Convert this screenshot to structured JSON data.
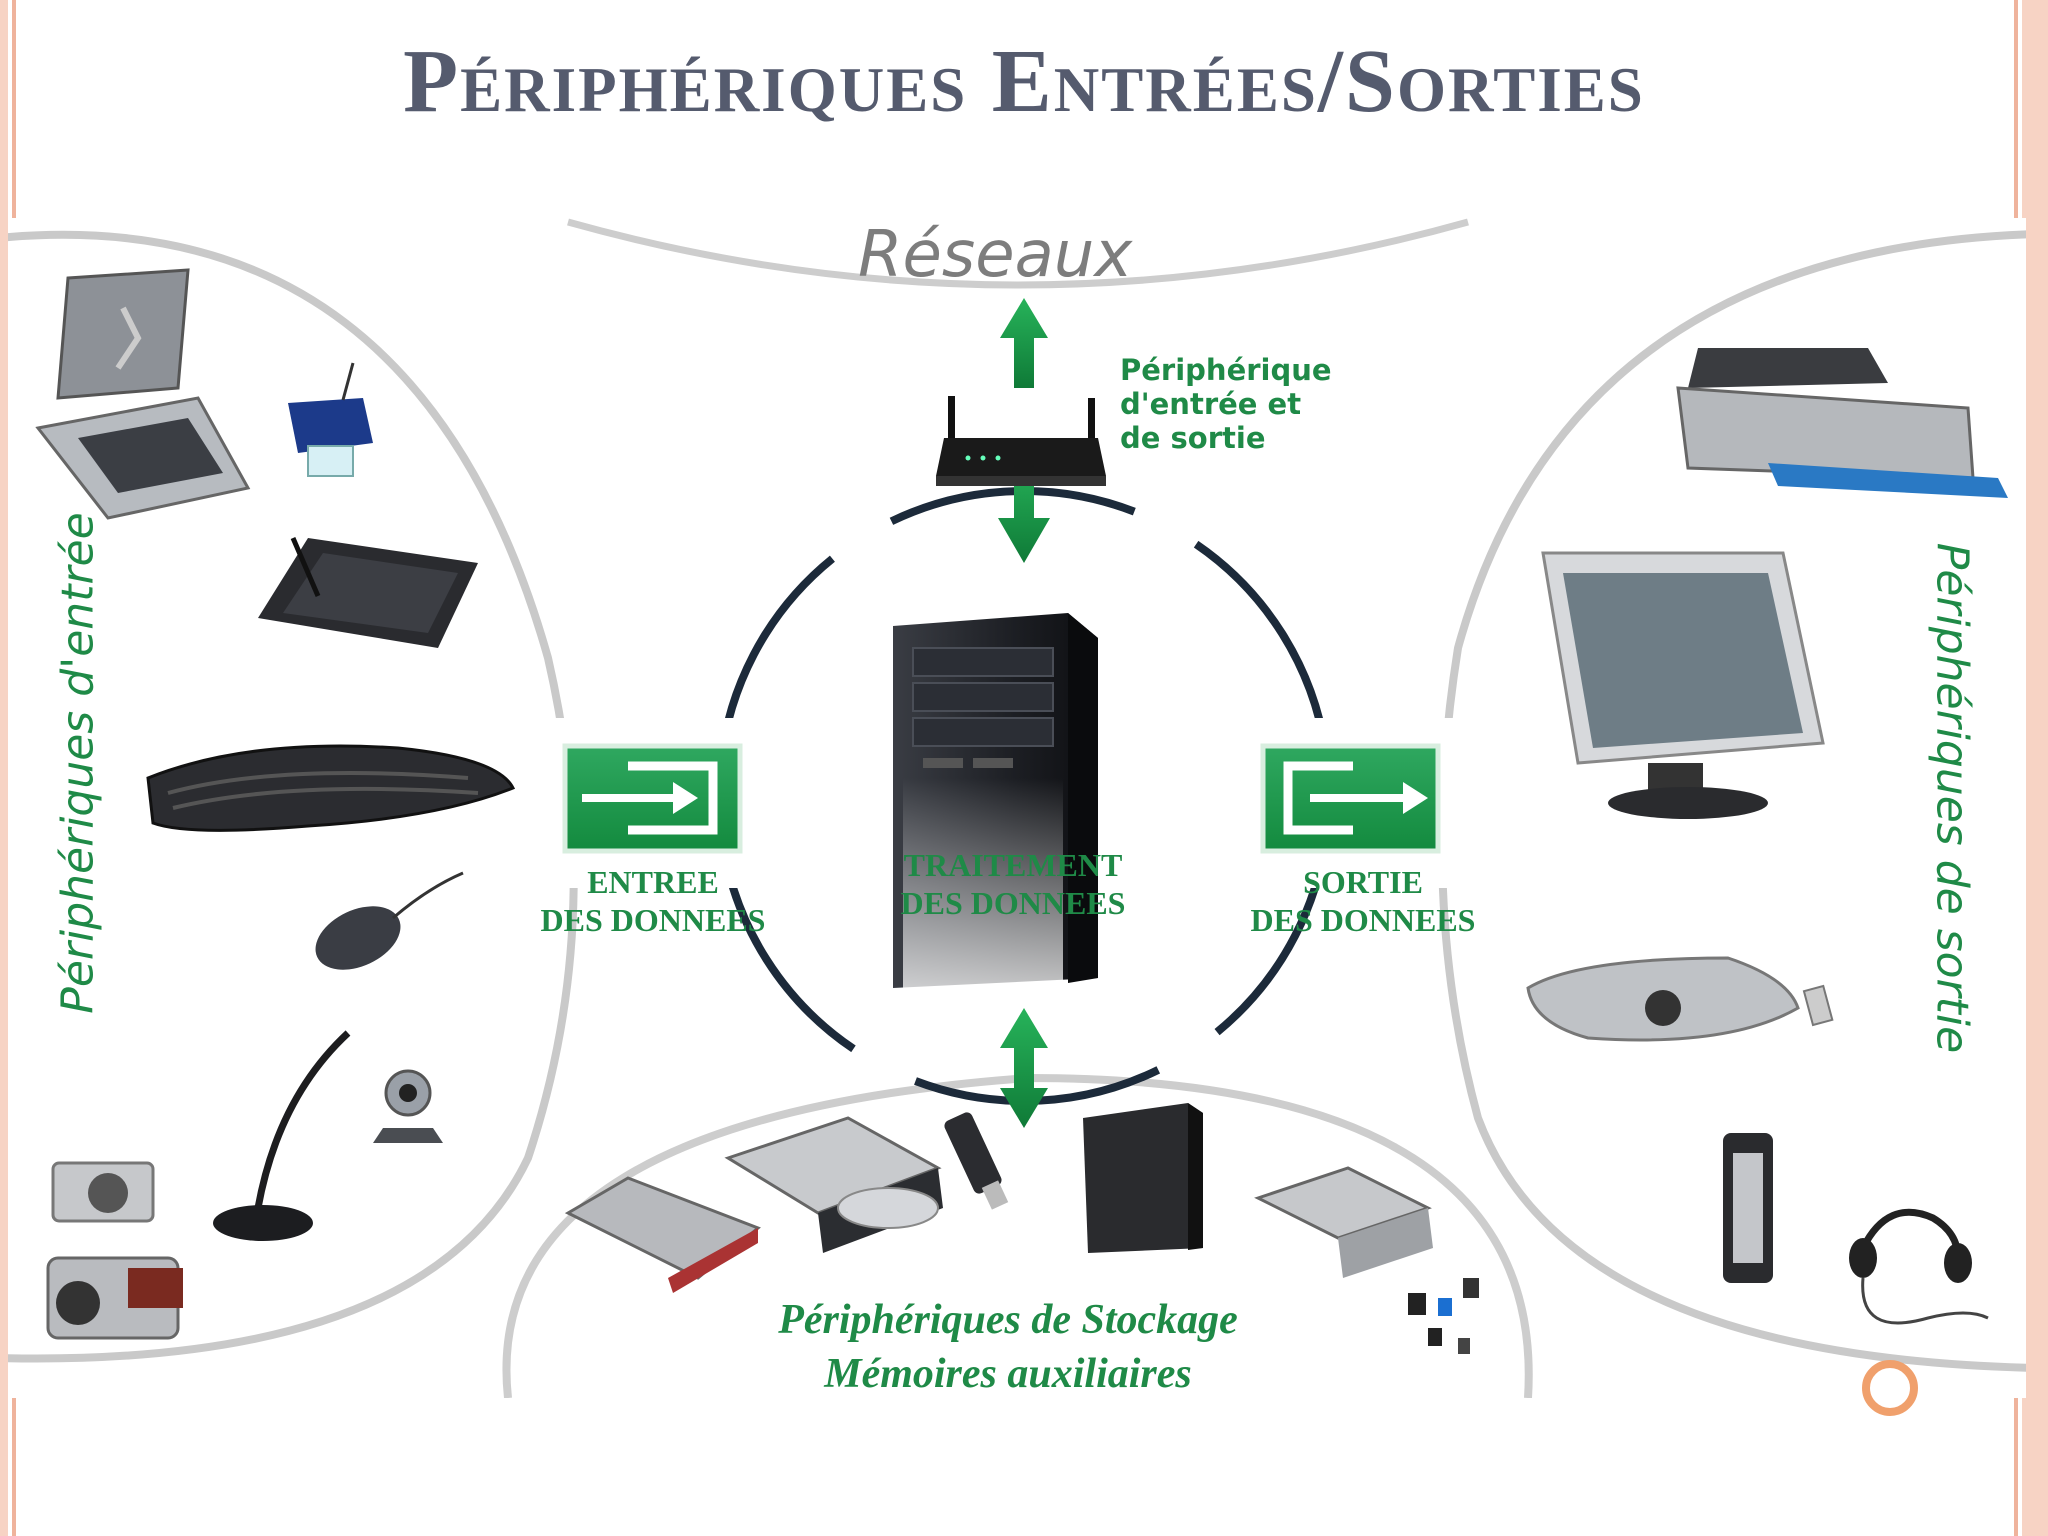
{
  "title": "Périphériques Entrées/Sorties",
  "labels": {
    "network": "Réseaux",
    "io_device": [
      "Périphérique",
      "d'entrée et",
      "de sortie"
    ],
    "input_side": "Périphériques d'entrée",
    "output_side": "Périphériques de sortie",
    "data_input": [
      "ENTREE",
      "DES DONNEES"
    ],
    "data_processing": [
      "TRAITEMENT",
      "DES DONNEES"
    ],
    "data_output": [
      "SORTIE",
      "DES DONNEES"
    ],
    "storage": [
      "Périphériques de Stockage",
      "Mémoires auxiliaires"
    ]
  },
  "colors": {
    "green": "#1f8a47",
    "arrow_green": "#1a9a4a",
    "ring_dark": "#1c2a3a",
    "title_gray": "#555b6e",
    "arc_gray": "#cfcfcf"
  },
  "devices": {
    "input": [
      "scanner-icon",
      "card-reader-icon",
      "graphics-tablet-icon",
      "keyboard-icon",
      "mouse-icon",
      "microphone-icon",
      "webcam-icon",
      "camera-icon",
      "camcorder-icon"
    ],
    "output": [
      "printer-icon",
      "monitor-icon",
      "projector-icon",
      "speaker-icon",
      "headphones-icon"
    ],
    "storage": [
      "external-hdd-icon",
      "optical-drive-icon",
      "usb-key-icon",
      "hdd-enclosure-icon",
      "card-reader-bay-icon"
    ],
    "center": [
      "pc-tower-icon",
      "router-icon"
    ]
  }
}
